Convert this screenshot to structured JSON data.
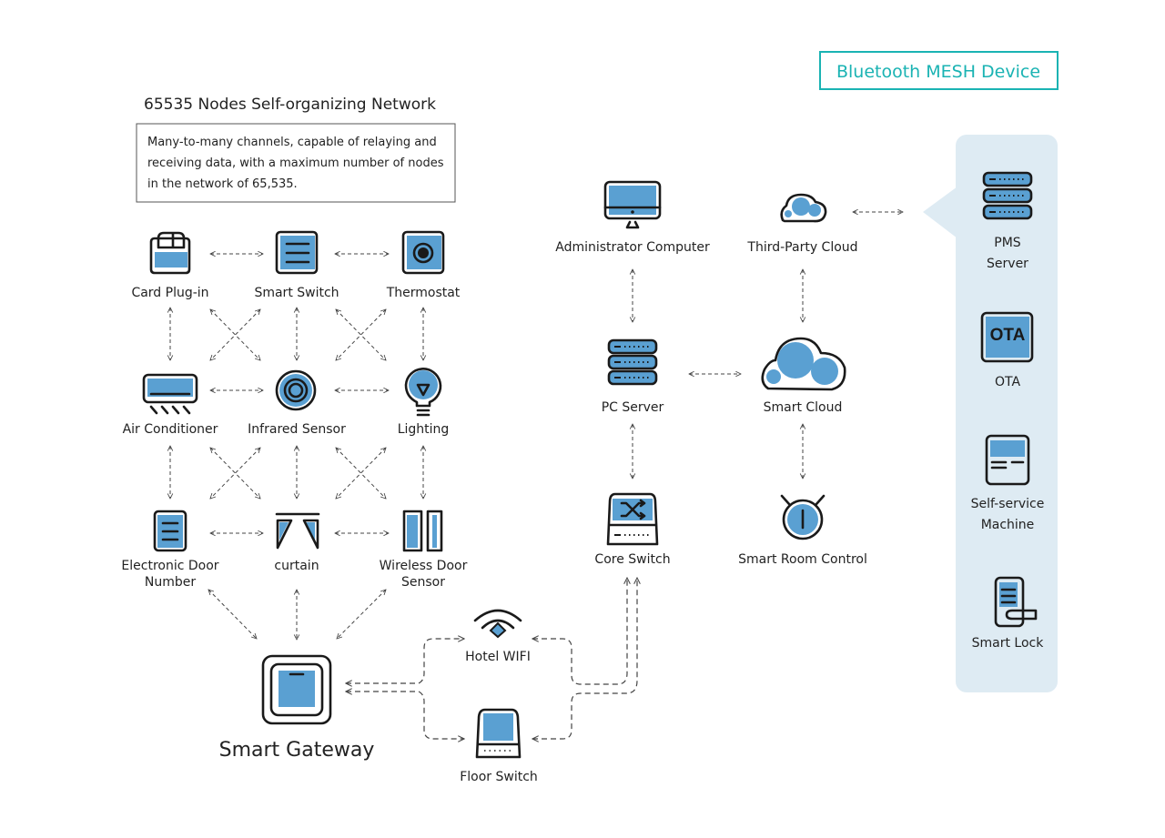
{
  "badge": {
    "label": "Bluetooth MESH Device",
    "color": "#1ab3b3"
  },
  "mesh": {
    "title": "65535 Nodes Self-organizing Network",
    "description_lines": [
      "Many-to-many channels, capable of relaying and",
      "receiving data, with a maximum number of nodes",
      "in the network of 65,535."
    ],
    "nodes": [
      {
        "id": "card-plug-in",
        "label": [
          "Card Plug-in"
        ]
      },
      {
        "id": "smart-switch",
        "label": [
          "Smart Switch"
        ]
      },
      {
        "id": "thermostat",
        "label": [
          "Thermostat"
        ]
      },
      {
        "id": "air-conditioner",
        "label": [
          "Air Conditioner"
        ]
      },
      {
        "id": "infrared-sensor",
        "label": [
          "Infrared Sensor"
        ]
      },
      {
        "id": "lighting",
        "label": [
          "Lighting"
        ]
      },
      {
        "id": "electronic-door-number",
        "label": [
          "Electronic Door",
          "Number"
        ]
      },
      {
        "id": "curtain",
        "label": [
          "curtain"
        ]
      },
      {
        "id": "wireless-door-sensor",
        "label": [
          "Wireless Door",
          "Sensor"
        ]
      }
    ]
  },
  "gateway": {
    "label": "Smart Gateway"
  },
  "network": {
    "hotel_wifi": "Hotel WIFI",
    "floor_switch": "Floor Switch",
    "core_switch": "Core Switch",
    "pc_server": "PC Server",
    "admin_computer": "Administrator Computer",
    "third_party_cloud": "Third-Party Cloud",
    "smart_cloud": "Smart Cloud",
    "smart_room_control": "Smart Room Control"
  },
  "side_panel": {
    "bg_color": "#deebf3",
    "items": [
      {
        "id": "pms-server",
        "label": [
          "PMS",
          "Server"
        ]
      },
      {
        "id": "ota",
        "label": [
          "OTA"
        ],
        "icon_text": "OTA"
      },
      {
        "id": "self-service-machine",
        "label": [
          "Self-service",
          "Machine"
        ]
      },
      {
        "id": "smart-lock",
        "label": [
          "Smart Lock"
        ]
      }
    ]
  },
  "colors": {
    "icon_fill": "#5aa0d2",
    "stroke": "#1a1a1a"
  }
}
